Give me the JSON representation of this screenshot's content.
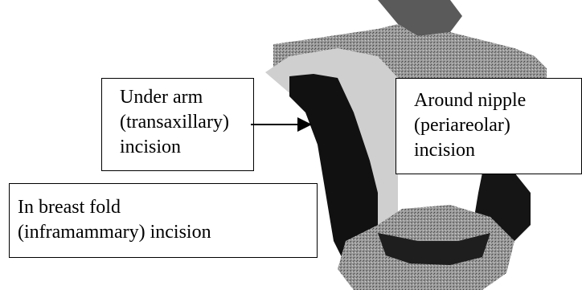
{
  "labels": {
    "underarm": [
      "Under arm",
      "(transaxillary)",
      "incision"
    ],
    "nipple": [
      "Around nipple",
      "(periareolar)",
      "incision"
    ],
    "fold": [
      "In breast fold",
      "(inframammary) incision"
    ]
  },
  "colors": {
    "text": "#000000",
    "background": "#ffffff",
    "torso_dark": "#111111",
    "torso_mid": "#8a8a8a",
    "torso_light": "#d8d8d8"
  }
}
